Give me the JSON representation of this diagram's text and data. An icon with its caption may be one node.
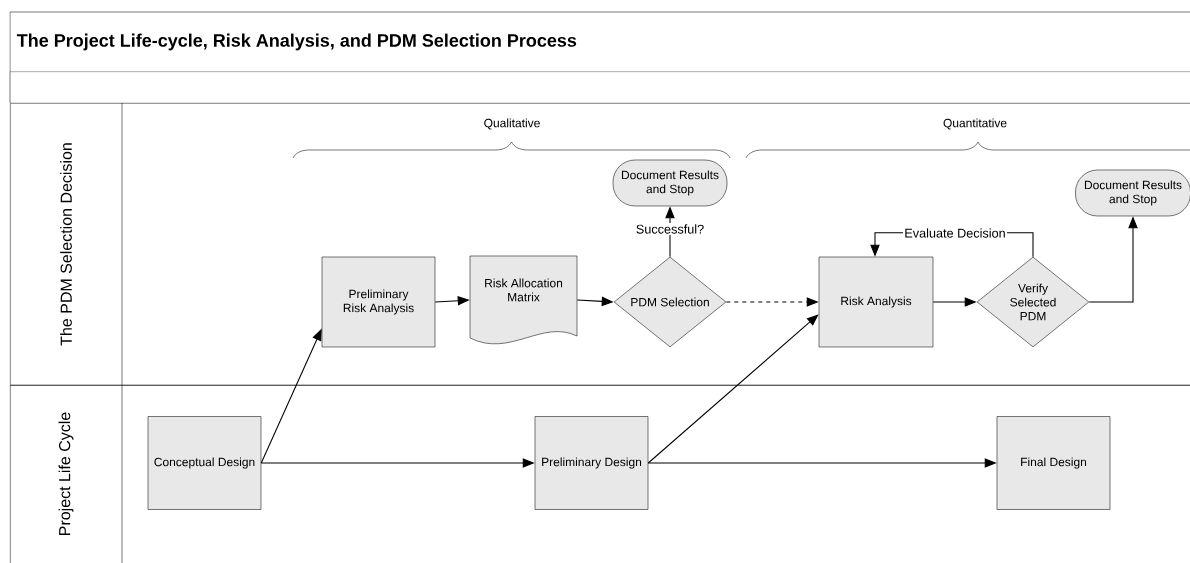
{
  "diagram": {
    "title": "The Project Life-cycle, Risk Analysis, and PDM Selection Process",
    "nodes": [
      {
        "text": [
          "The PDM Selection Decision"
        ]
      },
      {
        "text": [
          "Project Life Cycle"
        ]
      },
      {
        "text": [
          "Preliminary Risk Analysis"
        ],
        "in": 0
      },
      {
        "text": [
          "Risk Allocation Matrix"
        ],
        "in": 0
      },
      {
        "text": [
          "PDM Selection"
        ],
        "in": 0
      },
      {
        "text": [
          "Document Results and Stop"
        ],
        "in": 0
      },
      {
        "text": [
          "Risk Analysis"
        ],
        "in": 0
      },
      {
        "text": [
          "Verify Selected PDM"
        ],
        "in": 0
      },
      {
        "text": [
          "Document Results and Stop"
        ],
        "in": 0
      },
      {
        "text": [
          "Conceptual Design"
        ],
        "in": 1
      },
      {
        "text": [
          "Preliminary Design"
        ],
        "in": 1
      },
      {
        "text": [
          "Final Design"
        ],
        "in": 1
      }
    ],
    "edges": [
      {
        "from": 9,
        "to": 2,
        "arrow": "to"
      },
      {
        "from": 2,
        "to": 3,
        "arrow": "to"
      },
      {
        "from": 3,
        "to": 4,
        "arrow": "to"
      },
      {
        "from": 4,
        "to": 5,
        "arrow": "to",
        "label": "Successful?"
      },
      {
        "from": 4,
        "to": 6,
        "arrow": "to",
        "style": "dashed"
      },
      {
        "from": 10,
        "to": 6,
        "arrow": "to"
      },
      {
        "from": 6,
        "to": 7,
        "arrow": "to"
      },
      {
        "from": 7,
        "to": 6,
        "arrow": "to",
        "label": "Evaluate Decision"
      },
      {
        "from": 7,
        "to": 8,
        "arrow": "to"
      },
      {
        "from": 9,
        "to": 10,
        "arrow": "to"
      },
      {
        "from": 10,
        "to": 11,
        "arrow": "to"
      }
    ],
    "labels": [
      "Qualitative",
      "Quantitative"
    ]
  }
}
